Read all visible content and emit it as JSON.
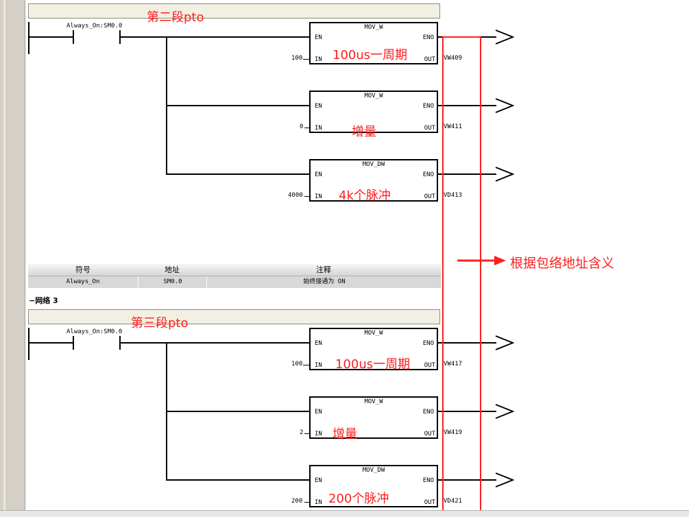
{
  "network2": {
    "annotation_title": "第二段pto",
    "contact_label": "Always_On:SM0.0",
    "blocks": [
      {
        "name": "MOV_W",
        "en": "EN",
        "eno": "ENO",
        "in_pin": "IN",
        "out_pin": "OUT",
        "in_value": "100",
        "out_value": "VW409",
        "annotation": "100us一周期"
      },
      {
        "name": "MOV_W",
        "en": "EN",
        "eno": "ENO",
        "in_pin": "IN",
        "out_pin": "OUT",
        "in_value": "0",
        "out_value": "VW411",
        "annotation": "增量"
      },
      {
        "name": "MOV_DW",
        "en": "EN",
        "eno": "ENO",
        "in_pin": "IN",
        "out_pin": "OUT",
        "in_value": "4000",
        "out_value": "VD413",
        "annotation": "4k个脉冲"
      }
    ]
  },
  "symbol_table": {
    "headers": {
      "symbol": "符号",
      "address": "地址",
      "comment": "注释"
    },
    "row": {
      "symbol": "Always_On",
      "address": "SM0.0",
      "comment": "始终接通为 ON"
    }
  },
  "network3": {
    "label": "网络 3",
    "collapse_glyph": "−",
    "annotation_title": "第三段pto",
    "contact_label": "Always_On:SM0.0",
    "blocks": [
      {
        "name": "MOV_W",
        "en": "EN",
        "eno": "ENO",
        "in_pin": "IN",
        "out_pin": "OUT",
        "in_value": "100",
        "out_value": "VW417",
        "annotation": "100us一周期"
      },
      {
        "name": "MOV_W",
        "en": "EN",
        "eno": "ENO",
        "in_pin": "IN",
        "out_pin": "OUT",
        "in_value": "2",
        "out_value": "VW419",
        "annotation": "增量"
      },
      {
        "name": "MOV_DW",
        "en": "EN",
        "eno": "ENO",
        "in_pin": "IN",
        "out_pin": "OUT",
        "in_value": "200",
        "out_value": "VD421",
        "annotation": "200个脉冲"
      }
    ]
  },
  "side_annotation": "根据包络地址含义",
  "colors": {
    "annotation": "#ff1e1e",
    "comment_bg": "#f1f0e3",
    "wire": "#000000"
  }
}
